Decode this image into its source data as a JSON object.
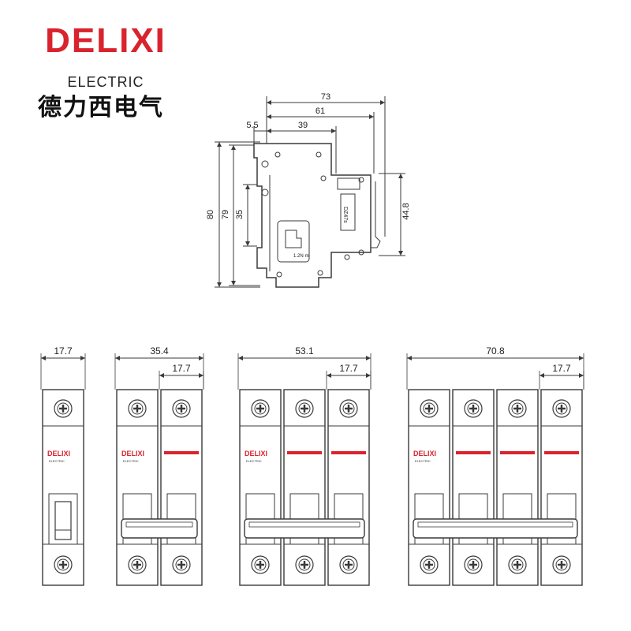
{
  "brand": {
    "name": "DELIXI",
    "subtitle": "ELECTRIC",
    "chinese_name": "德力西电气",
    "color": "#d9232d"
  },
  "side_view": {
    "dimensions": {
      "total_depth": "73",
      "depth_to_cover": "61",
      "depth_to_front": "39",
      "offset": "5.5",
      "total_height": "80",
      "body_height": "79",
      "rail_height": "35",
      "front_height": "44.8"
    },
    "rating_label": "1.2N·m",
    "product_label": "DZ47s"
  },
  "front_views": [
    {
      "poles": 1,
      "width_label": "17.7",
      "pole_width_label": ""
    },
    {
      "poles": 2,
      "width_label": "35.4",
      "pole_width_label": "17.7"
    },
    {
      "poles": 3,
      "width_label": "53.1",
      "pole_width_label": "17.7"
    },
    {
      "poles": 4,
      "width_label": "70.8",
      "pole_width_label": "17.7"
    }
  ],
  "module_brand": {
    "name": "DELIXI",
    "subtitle": "ELECTRIC"
  },
  "colors": {
    "line": "#3a3a3a",
    "accent_red": "#d9232d",
    "body_fill": "#ffffff"
  }
}
